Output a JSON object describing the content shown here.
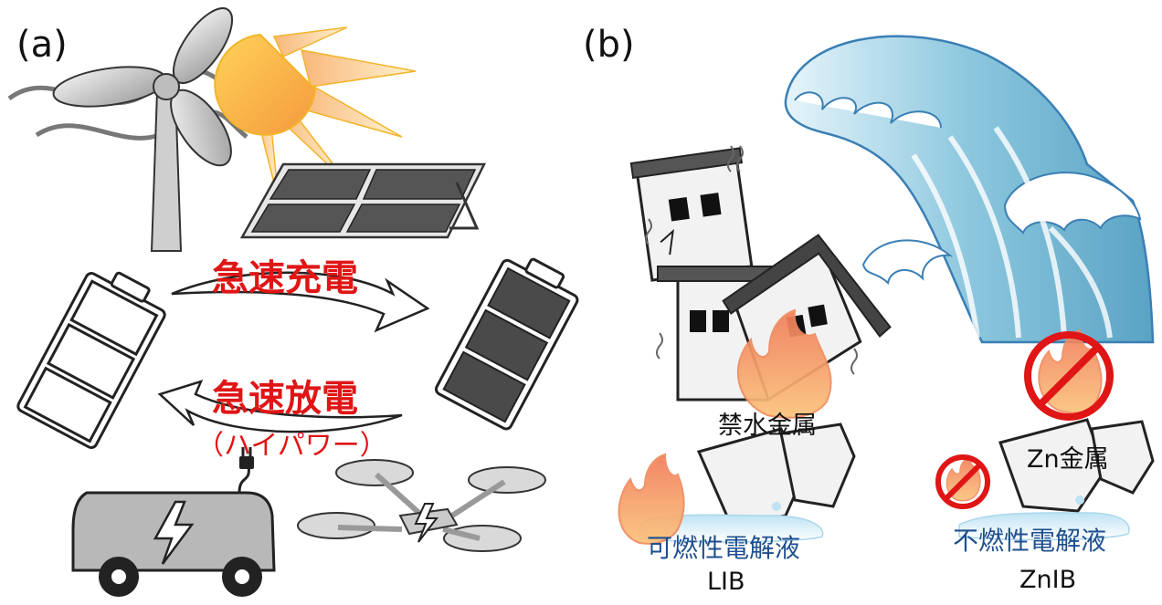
{
  "panel_a": {
    "label": "(a)",
    "charge_label": "急速充電",
    "discharge_label": "急速放電",
    "discharge_sub": "（ハイパワー）"
  },
  "panel_b": {
    "label": "(b)",
    "lib_metal": "禁水金属",
    "lib_electrolyte": "可燃性電解液",
    "lib_caption": "LIB",
    "znib_metal": "Zn金属",
    "znib_electrolyte": "不燃性電解液",
    "znib_caption": "ZnIB"
  },
  "colors": {
    "accent_red": "#e01515",
    "electrolyte_blue": "#1e4f8f",
    "wave_blue": "#8cc7de",
    "flame_orange": "#f3923d"
  },
  "icons": [
    "wind-turbine-icon",
    "sun-icon",
    "solar-panel-icon",
    "battery-empty-icon",
    "battery-charged-icon",
    "electric-vehicle-icon",
    "drone-icon",
    "tsunami-wave-icon",
    "collapsing-building-icon",
    "fire-icon",
    "prohibited-icon"
  ]
}
